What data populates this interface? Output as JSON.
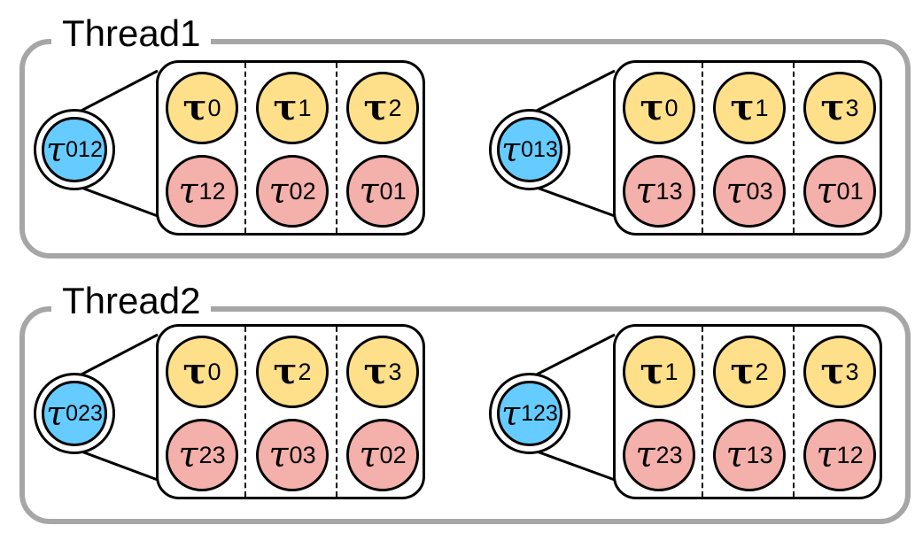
{
  "colors": {
    "frame": "#a6a6a6",
    "yellow": "#ffe08a",
    "red": "#f4b0aa",
    "blue": "#66ccff"
  },
  "threads": [
    {
      "label": "Thread1",
      "groups": [
        {
          "root": {
            "symbol": "τ",
            "sub": "012"
          },
          "top": [
            {
              "symbol": "τ",
              "sub": "0"
            },
            {
              "symbol": "τ",
              "sub": "1"
            },
            {
              "symbol": "τ",
              "sub": "2"
            }
          ],
          "bottom": [
            {
              "symbol": "τ",
              "sub": "12"
            },
            {
              "symbol": "τ",
              "sub": "02"
            },
            {
              "symbol": "τ",
              "sub": "01"
            }
          ]
        },
        {
          "root": {
            "symbol": "τ",
            "sub": "013"
          },
          "top": [
            {
              "symbol": "τ",
              "sub": "0"
            },
            {
              "symbol": "τ",
              "sub": "1"
            },
            {
              "symbol": "τ",
              "sub": "3"
            }
          ],
          "bottom": [
            {
              "symbol": "τ",
              "sub": "13"
            },
            {
              "symbol": "τ",
              "sub": "03"
            },
            {
              "symbol": "τ",
              "sub": "01"
            }
          ]
        }
      ]
    },
    {
      "label": "Thread2",
      "groups": [
        {
          "root": {
            "symbol": "τ",
            "sub": "023"
          },
          "top": [
            {
              "symbol": "τ",
              "sub": "0"
            },
            {
              "symbol": "τ",
              "sub": "2"
            },
            {
              "symbol": "τ",
              "sub": "3"
            }
          ],
          "bottom": [
            {
              "symbol": "τ",
              "sub": "23"
            },
            {
              "symbol": "τ",
              "sub": "03"
            },
            {
              "symbol": "τ",
              "sub": "02"
            }
          ]
        },
        {
          "root": {
            "symbol": "τ",
            "sub": "123"
          },
          "top": [
            {
              "symbol": "τ",
              "sub": "1"
            },
            {
              "symbol": "τ",
              "sub": "2"
            },
            {
              "symbol": "τ",
              "sub": "3"
            }
          ],
          "bottom": [
            {
              "symbol": "τ",
              "sub": "23"
            },
            {
              "symbol": "τ",
              "sub": "13"
            },
            {
              "symbol": "τ",
              "sub": "12"
            }
          ]
        }
      ]
    }
  ]
}
